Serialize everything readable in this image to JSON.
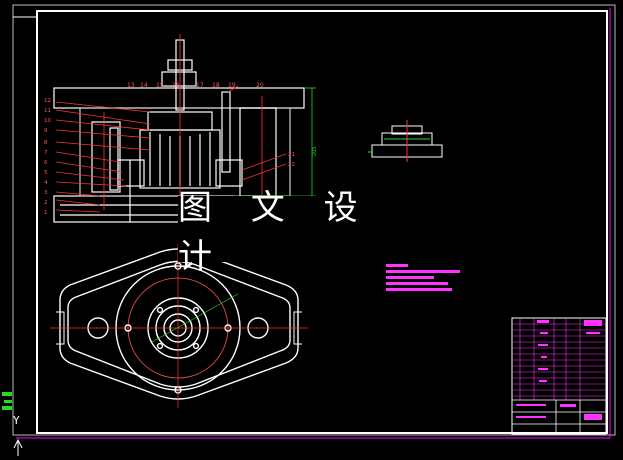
{
  "watermark": {
    "text": "图 文 设 计"
  },
  "ucs": {
    "y_label": "Y"
  },
  "balloons_top": [
    "13",
    "14",
    "15",
    "16",
    "17",
    "18",
    "19",
    "20"
  ],
  "balloons_left": [
    "12",
    "11",
    "10",
    "9",
    "8",
    "7",
    "6",
    "5",
    "4",
    "3",
    "2",
    "1"
  ],
  "balloons_right": [
    "21",
    "22"
  ],
  "dimension": "205",
  "colors": {
    "background": "#000000",
    "frame": "#ffffff",
    "frame_inner": "#ff00ff",
    "leader": "#ff3333",
    "dimension": "#22dd22",
    "text_block": "#ff33ff",
    "watermark_bg": "#000000",
    "watermark_text": "#ffffff"
  }
}
